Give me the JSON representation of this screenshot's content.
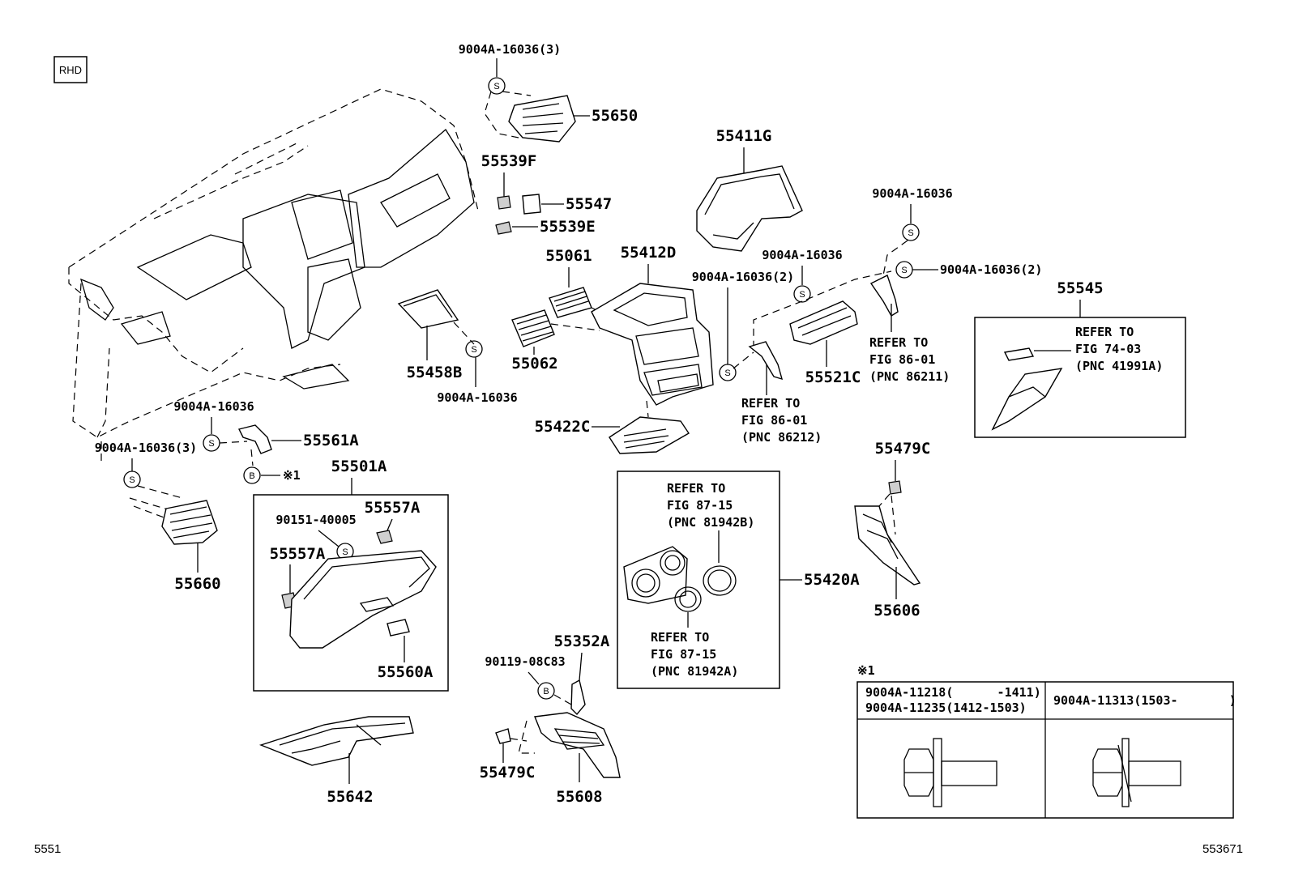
{
  "tag": "RHD",
  "footer": {
    "left": "5551",
    "right": "553671"
  },
  "labels": {
    "p55650": "55650",
    "f_top": "9004A-16036(3)",
    "p55539F": "55539F",
    "p55547": "55547",
    "p55539E": "55539E",
    "p55411G": "55411G",
    "f_16036_a": "9004A-16036",
    "f_16036_b": "9004A-16036",
    "f_16036_2a": "9004A-16036(2)",
    "f_16036_2b": "9004A-16036(2)",
    "p55061": "55061",
    "p55412D": "55412D",
    "p55062": "55062",
    "p55458B": "55458B",
    "f_16036_c": "9004A-16036",
    "p55521C": "55521C",
    "p55545": "55545",
    "f_16036_d": "9004A-16036",
    "f_16036_3b": "9004A-16036(3)",
    "p55561A": "55561A",
    "x1_mark": "※1",
    "p55501A": "55501A",
    "p55422C": "55422C",
    "f_90151": "90151-40005",
    "p55557A_a": "55557A",
    "p55557A_b": "55557A",
    "p55660": "55660",
    "p55560A": "55560A",
    "p55479C_a": "55479C",
    "p55420A": "55420A",
    "p55606": "55606",
    "p55352A": "55352A",
    "f_90119": "90119-08C83",
    "p55479C_b": "55479C",
    "p55642": "55642",
    "p55608": "55608"
  },
  "refs": {
    "r86211": [
      "REFER TO",
      "FIG 86-01",
      "(PNC 86211)"
    ],
    "r86212": [
      "REFER TO",
      "FIG 86-01",
      "(PNC 86212)"
    ],
    "r41991A": [
      "REFER TO",
      "FIG 74-03",
      "(PNC 41991A)"
    ],
    "r81942B": [
      "REFER TO",
      "FIG 87-15",
      "(PNC 81942B)"
    ],
    "r81942A": [
      "REFER TO",
      "FIG 87-15",
      "(PNC 81942A)"
    ]
  },
  "symbols": {
    "screw": "S",
    "bolt": "B"
  },
  "note_table": {
    "mark": "※1",
    "row1_a": "9004A-11218(      -1411)",
    "row1_b": "9004A-11235(1412-1503)",
    "row2": "9004A-11313(1503-       )"
  }
}
